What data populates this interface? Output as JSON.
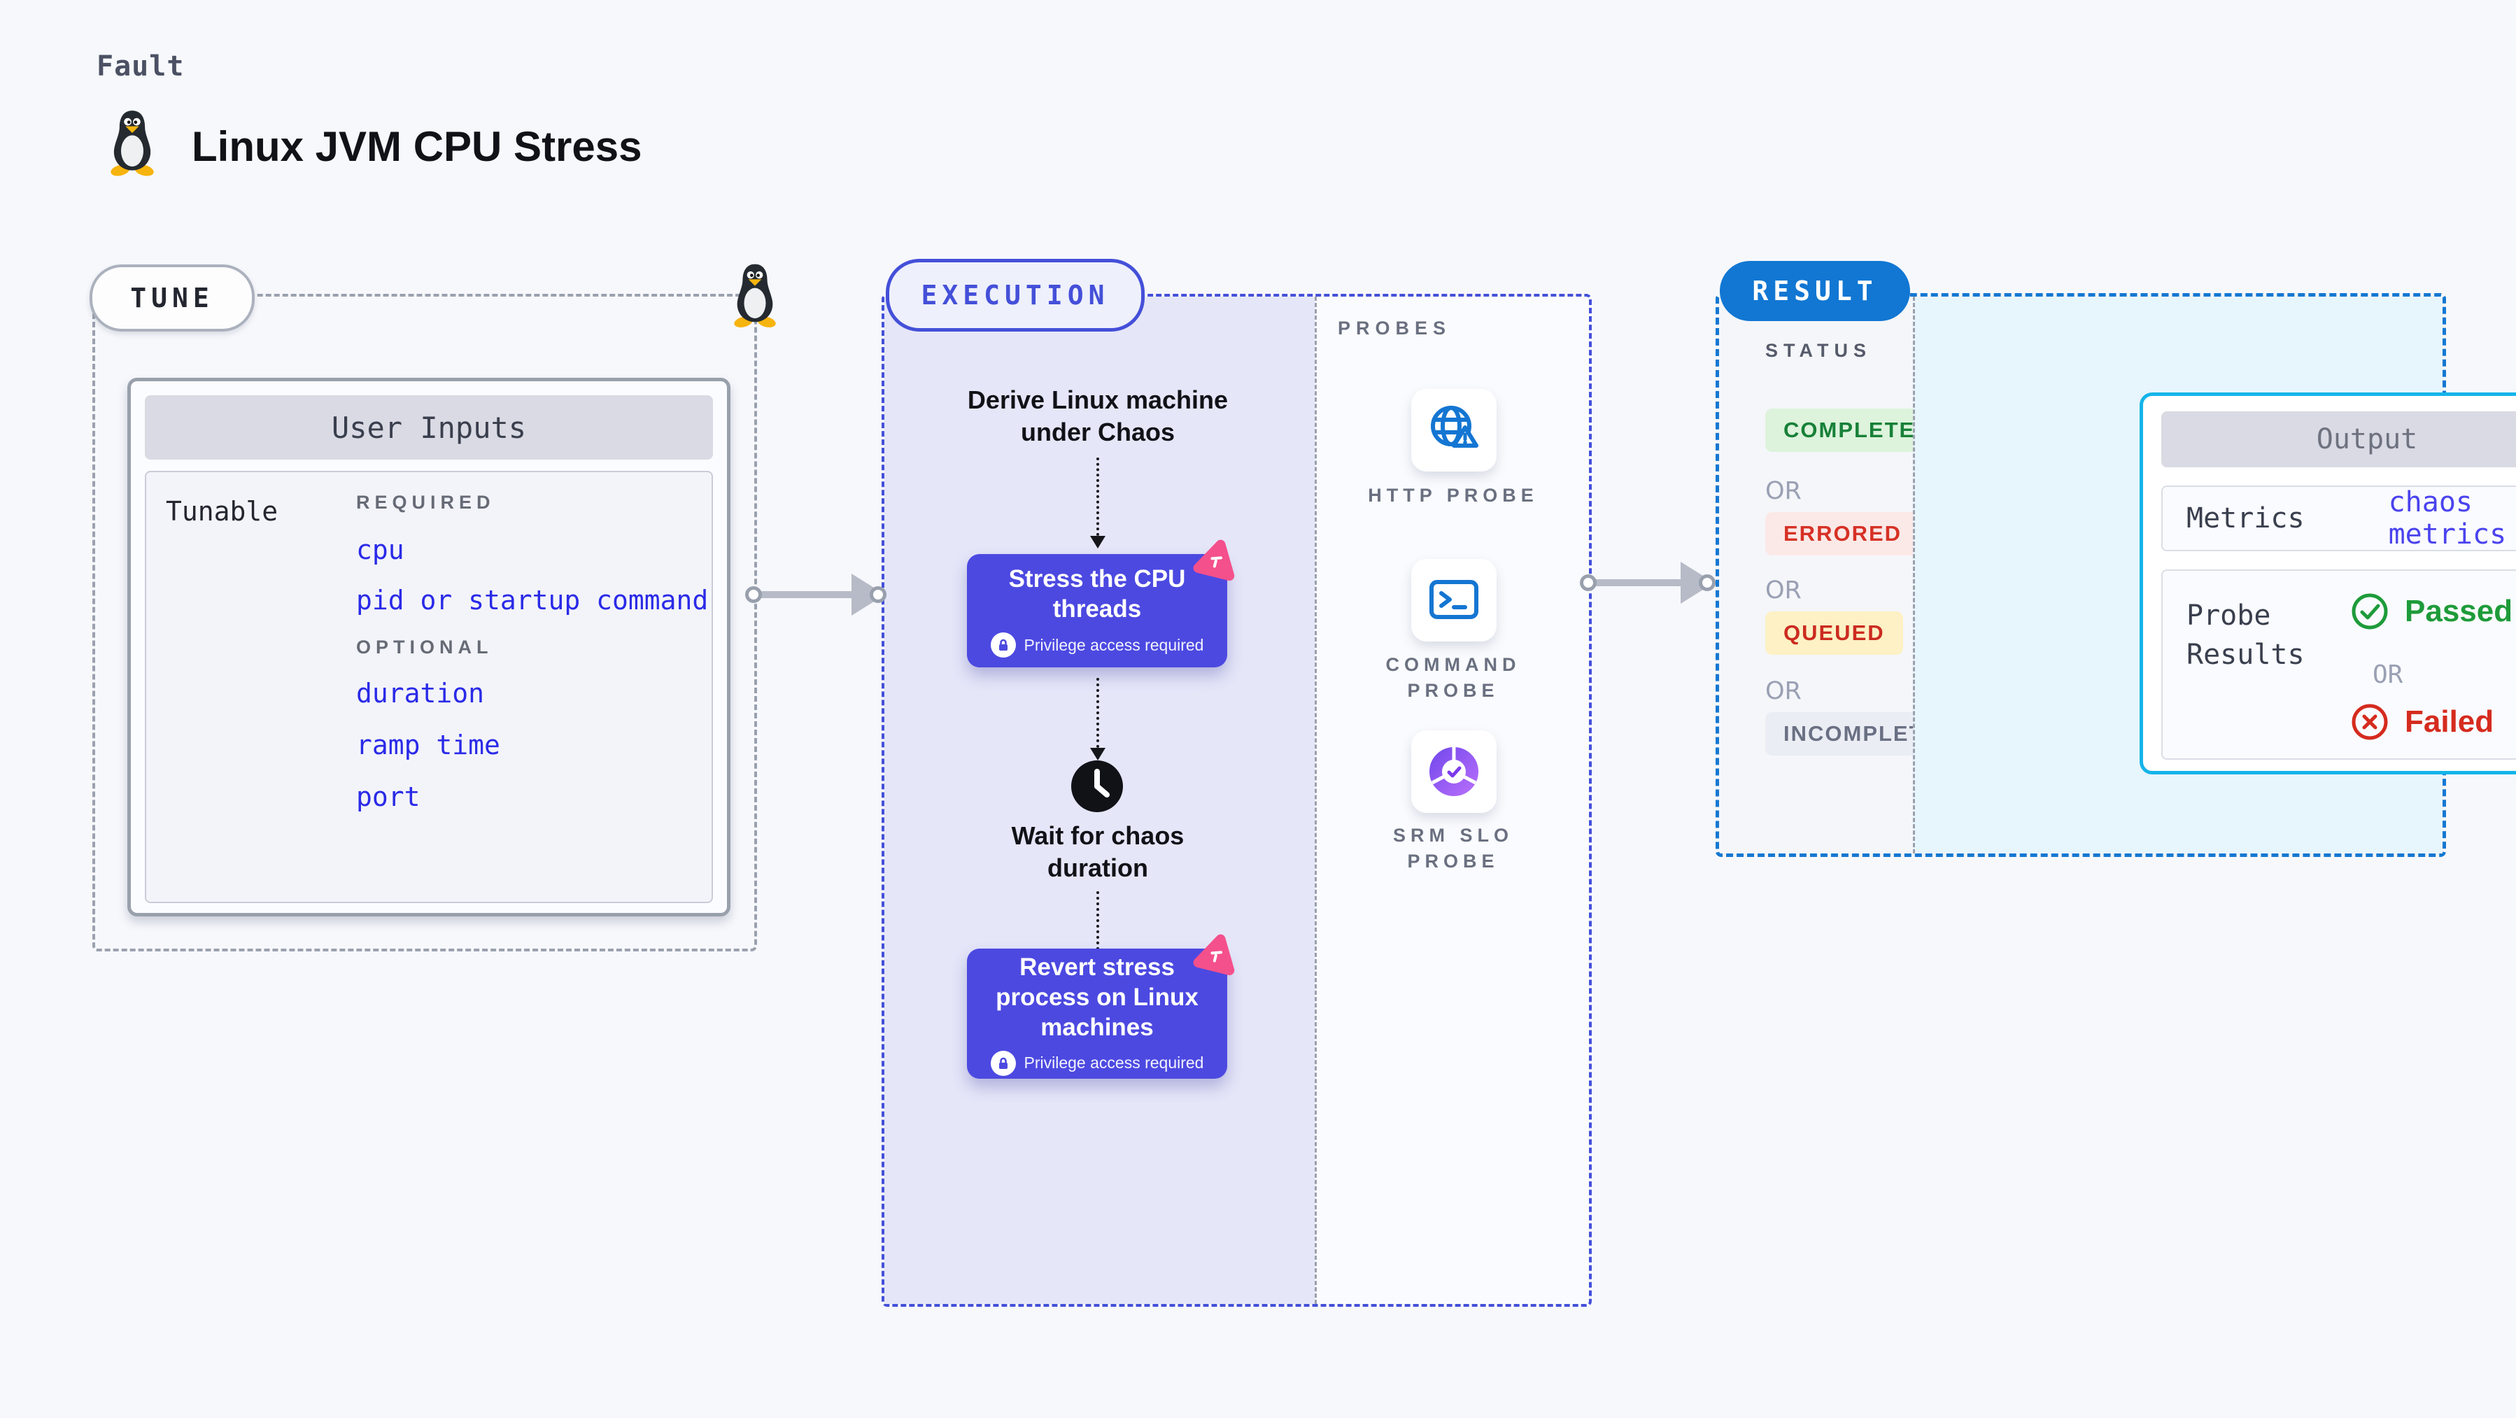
{
  "header": {
    "eyebrow": "Fault",
    "title": "Linux JVM CPU Stress",
    "penguin_icon": "linux-tux-icon"
  },
  "tune": {
    "pill": "TUNE",
    "card_title": "User Inputs",
    "row_label": "Tunable",
    "required_label": "REQUIRED",
    "required_items": [
      "cpu",
      "pid or startup command"
    ],
    "optional_label": "OPTIONAL",
    "optional_items": [
      "duration",
      "ramp time",
      "port"
    ]
  },
  "execution": {
    "pill": "EXECUTION",
    "derive_step": "Derive Linux machine under Chaos",
    "stress_step": {
      "title": "Stress the CPU threads",
      "note": "Privilege access required"
    },
    "wait_step": "Wait for chaos duration",
    "revert_step": {
      "title": "Revert stress process on Linux machines",
      "note": "Privilege access required"
    }
  },
  "probes": {
    "label": "PROBES",
    "items": [
      {
        "name": "HTTP PROBE",
        "icon": "globe-alert-icon"
      },
      {
        "name": "COMMAND PROBE",
        "icon": "terminal-icon"
      },
      {
        "name": "SRM SLO PROBE",
        "icon": "donut-check-icon"
      }
    ]
  },
  "result": {
    "pill": "RESULT",
    "status_label": "STATUS",
    "or_label": "OR",
    "statuses": [
      {
        "label": "COMPLETED",
        "bg": "#ddf3dc",
        "color": "#188038"
      },
      {
        "label": "ERRORED",
        "bg": "#fbe9e7",
        "color": "#d63125"
      },
      {
        "label": "QUEUED",
        "bg": "#fdf1c5",
        "color": "#cc2b20"
      },
      {
        "label": "INCOMPLETED",
        "bg": "#ebedf4",
        "color": "#6a7083"
      }
    ],
    "output": {
      "title": "Output",
      "metrics_label": "Metrics",
      "metrics_value": "chaos metrics",
      "probe_results_label": "Probe Results",
      "passed": "Passed",
      "or_label": "OR",
      "failed": "Failed"
    }
  },
  "colors": {
    "page_bg": "#f7f8fc",
    "tune_dash": "#9aa1ae",
    "execution_accent": "#4450d8",
    "execution_fill": "#e5e6f8",
    "node_purple": "#4c49e1",
    "chaos_pink": "#f4508c",
    "probe_blue": "#1476d2",
    "slo_purple": "#8b5cf6",
    "result_blue": "#1177d3",
    "result_fill": "#e7f5fc",
    "output_border": "#15b4e9",
    "link_blue": "#2a2ae8",
    "passed_green": "#1e9b3a",
    "failed_red": "#d52b1e"
  }
}
